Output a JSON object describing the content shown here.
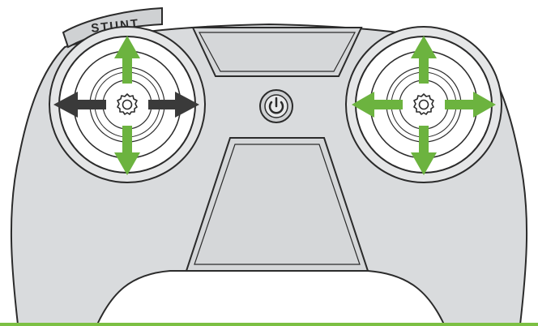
{
  "controller": {
    "stunt_label": "STUNT",
    "buttons": {
      "stunt_button": "stunt-button",
      "power_button": "power-icon",
      "left_stick": "left-joystick",
      "right_stick": "right-joystick"
    }
  },
  "colors": {
    "body": "#d9dbdd",
    "outline": "#2b2b2b",
    "accent_green": "#6cb33f",
    "dark_arrow": "#3a3a3a",
    "rail": "#7cc043"
  },
  "icons": [
    "arrow-up-icon",
    "arrow-down-icon",
    "arrow-left-icon",
    "arrow-right-icon",
    "gear-icon",
    "power-icon"
  ]
}
